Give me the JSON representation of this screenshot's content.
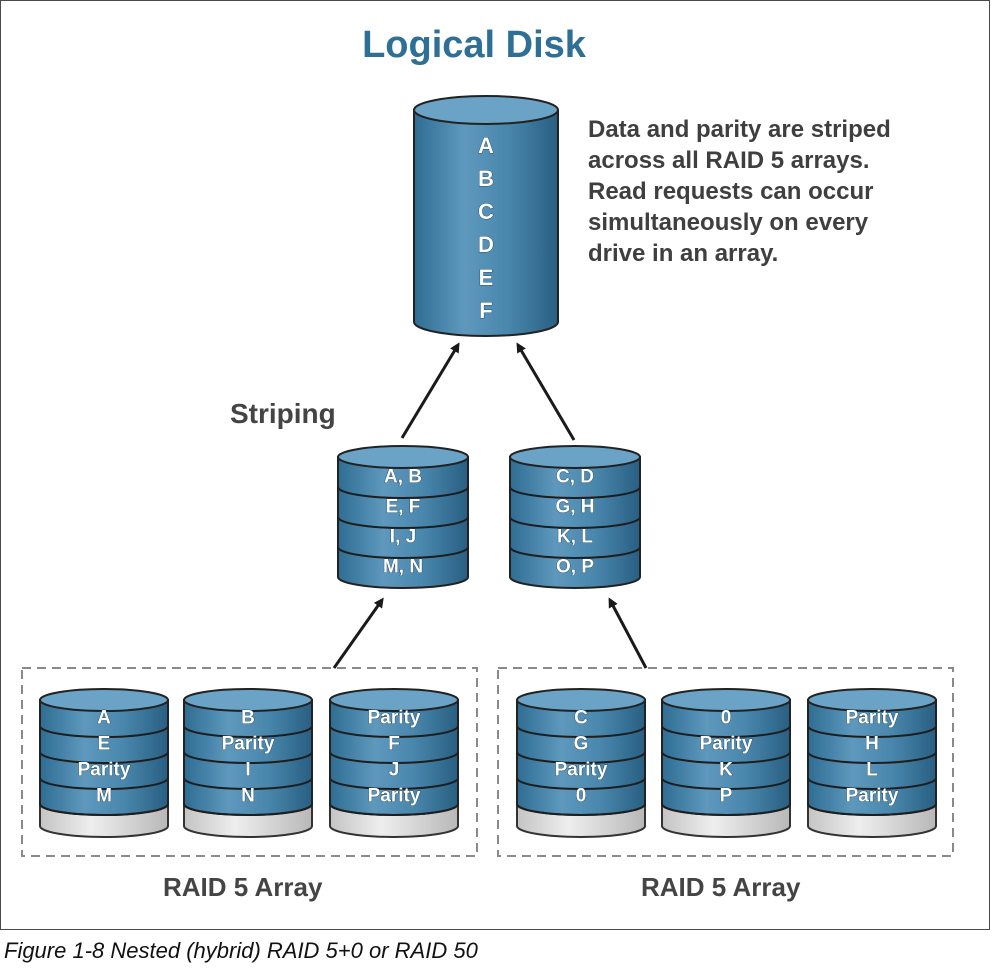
{
  "title": "Logical Disk",
  "note_lines": [
    "Data and parity are striped",
    "across all RAID 5 arrays.",
    "Read requests can occur",
    "simultaneously on every",
    "drive in an array."
  ],
  "striping_label": "Striping",
  "logical_disk": [
    "A",
    "B",
    "C",
    "D",
    "E",
    "F"
  ],
  "stripe_disks": [
    [
      "A, B",
      "E, F",
      "I, J",
      "M, N"
    ],
    [
      "C, D",
      "G, H",
      "K, L",
      "O, P"
    ]
  ],
  "raid_arrays": [
    {
      "label": "RAID 5 Array",
      "disks": [
        [
          "A",
          "E",
          "Parity",
          "M"
        ],
        [
          "B",
          "Parity",
          "I",
          "N"
        ],
        [
          "Parity",
          "F",
          "J",
          "Parity"
        ]
      ]
    },
    {
      "label": "RAID 5 Array",
      "disks": [
        [
          "C",
          "G",
          "Parity",
          "0"
        ],
        [
          "0",
          "Parity",
          "K",
          "P"
        ],
        [
          "Parity",
          "H",
          "L",
          "Parity"
        ]
      ]
    }
  ],
  "caption": "Figure 1-8   Nested (hybrid) RAID 5+0 or RAID 50",
  "colors": {
    "disk_fill": "#3f7fa6",
    "disk_top": "#6aa3c5",
    "title": "#2d6f95"
  }
}
